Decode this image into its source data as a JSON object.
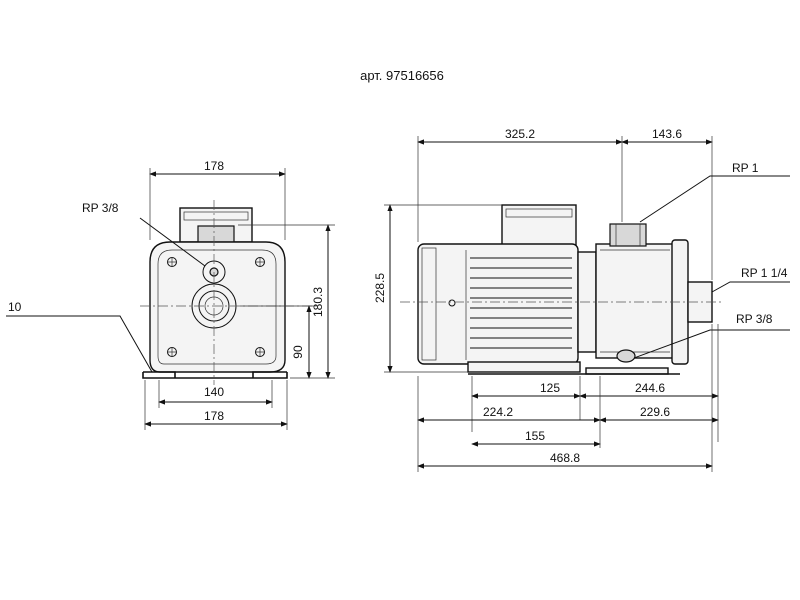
{
  "title": "арт. 97516656",
  "front_view": {
    "width_top": "178",
    "width_bottom": "178",
    "foot_span": "140",
    "height_total": "180.3",
    "axis_height": "90",
    "foot_thickness": "10",
    "port_drain": "RP 3/8"
  },
  "side_view": {
    "motor_length": "325.2",
    "outlet_offset": "143.6",
    "height": "228.5",
    "port_outlet": "RP 1",
    "port_inlet": "RP 1 1/4",
    "port_drain": "RP 3/8",
    "dim_125": "125",
    "dim_244_6": "244.6",
    "dim_224_2": "224.2",
    "dim_229_6": "229.6",
    "dim_155": "155",
    "overall_length": "468.8"
  }
}
